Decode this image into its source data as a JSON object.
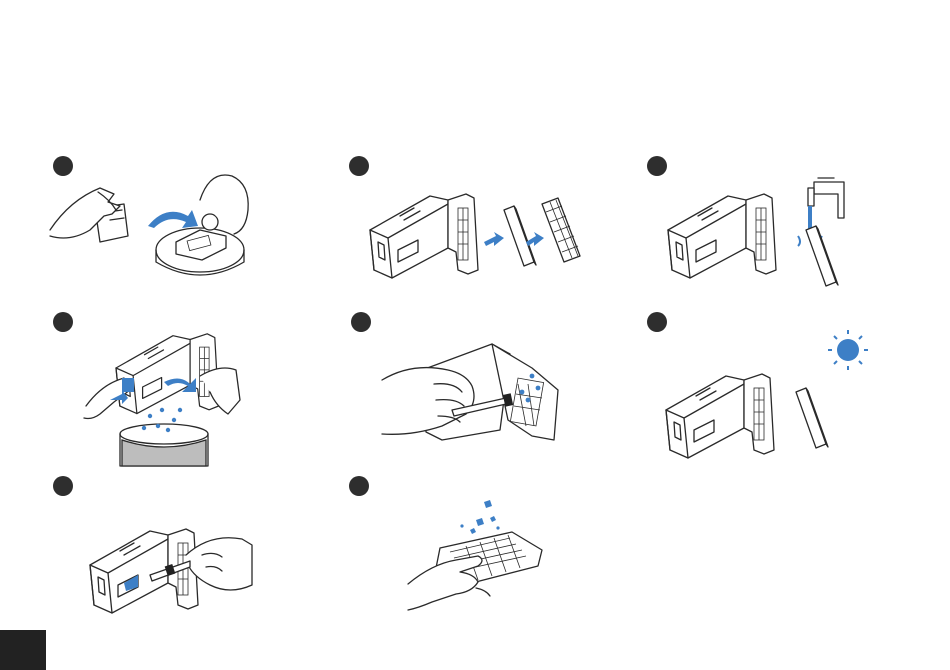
{
  "colors": {
    "accent": "#3d7fc6",
    "line": "#2a2a2a",
    "marker": "#2e2e2e"
  },
  "steps": [
    {
      "name": "step-1-open-lid-remove-bin",
      "marker": "filled"
    },
    {
      "name": "step-2-remove-filters",
      "marker": "filled"
    },
    {
      "name": "step-3-rinse-filter",
      "marker": "filled"
    },
    {
      "name": "step-4-empty-dustbin",
      "marker": "filled"
    },
    {
      "name": "step-5-brush-filter",
      "marker": "filled"
    },
    {
      "name": "step-6-air-dry",
      "marker": "filled"
    },
    {
      "name": "step-7-brush-bin",
      "marker": "filled"
    },
    {
      "name": "step-8-tap-filter",
      "marker": "filled"
    }
  ]
}
